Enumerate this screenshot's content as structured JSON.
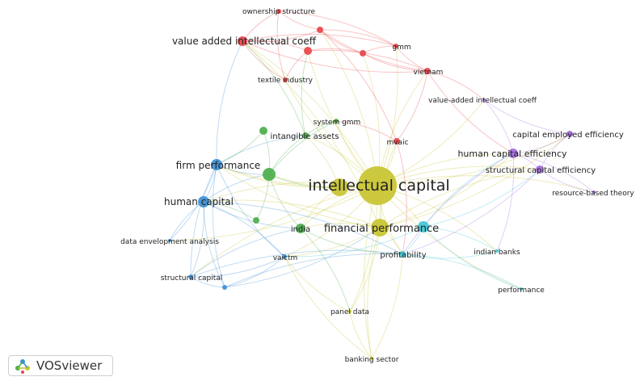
{
  "app": {
    "name": "VOSviewer"
  },
  "clusters": {
    "red": "#e8454a",
    "green": "#4cae4c",
    "blue": "#3d8fd6",
    "yellow": "#c8c430",
    "purple": "#a46be0",
    "cyan": "#3fc7d6"
  },
  "nodes": [
    {
      "id": "intellectual_capital",
      "label": "intellectual capital",
      "cluster": "yellow",
      "weight": 10
    },
    {
      "id": "financial_performance",
      "label": "financial performance",
      "cluster": "yellow",
      "weight": 5
    },
    {
      "id": "panel_data",
      "label": "panel data",
      "cluster": "yellow",
      "weight": 1
    },
    {
      "id": "banking_sector",
      "label": "banking sector",
      "cluster": "yellow",
      "weight": 1
    },
    {
      "id": "yellow_hub2",
      "label": "",
      "cluster": "yellow",
      "weight": 5
    },
    {
      "id": "firm_performance",
      "label": "firm performance",
      "cluster": "blue",
      "weight": 4
    },
    {
      "id": "human_capital",
      "label": "human capital",
      "cluster": "blue",
      "weight": 4
    },
    {
      "id": "data_envelopment_analysis",
      "label": "data envelopment analysis",
      "cluster": "blue",
      "weight": 1
    },
    {
      "id": "structural_capital",
      "label": "structural capital",
      "cluster": "blue",
      "weight": 2
    },
    {
      "id": "vaictm",
      "label": "vaictm",
      "cluster": "blue",
      "weight": 2
    },
    {
      "id": "blue_small",
      "label": "",
      "cluster": "blue",
      "weight": 1
    },
    {
      "id": "intangible_assets",
      "label": "intangible assets",
      "cluster": "green",
      "weight": 2
    },
    {
      "id": "system_gmm",
      "label": "system gmm",
      "cluster": "green",
      "weight": 1
    },
    {
      "id": "india",
      "label": "india",
      "cluster": "green",
      "weight": 3
    },
    {
      "id": "green_hub",
      "label": "",
      "cluster": "green",
      "weight": 4
    },
    {
      "id": "green_small1",
      "label": "",
      "cluster": "green",
      "weight": 2
    },
    {
      "id": "green_small2",
      "label": "",
      "cluster": "green",
      "weight": 2
    },
    {
      "id": "ownership_structure",
      "label": "ownership structure",
      "cluster": "red",
      "weight": 1
    },
    {
      "id": "value_added_intellectual_coeff",
      "label": "value added intellectual coeff",
      "cluster": "red",
      "weight": 3
    },
    {
      "id": "textile_industry",
      "label": "textile industry",
      "cluster": "red",
      "weight": 1
    },
    {
      "id": "gmm",
      "label": "gmm",
      "cluster": "red",
      "weight": 1
    },
    {
      "id": "vietnam",
      "label": "vietnam",
      "cluster": "red",
      "weight": 2
    },
    {
      "id": "mvaic",
      "label": "mvaic",
      "cluster": "red",
      "weight": 2
    },
    {
      "id": "red_small1",
      "label": "",
      "cluster": "red",
      "weight": 2
    },
    {
      "id": "red_small2",
      "label": "",
      "cluster": "red",
      "weight": 2
    },
    {
      "id": "red_small3",
      "label": "",
      "cluster": "red",
      "weight": 2
    },
    {
      "id": "human_capital_efficiency",
      "label": "human capital efficiency",
      "cluster": "purple",
      "weight": 3
    },
    {
      "id": "capital_employed_efficiency",
      "label": "capital employed efficiency",
      "cluster": "purple",
      "weight": 2
    },
    {
      "id": "structural_capital_efficiency",
      "label": "structural capital efficiency",
      "cluster": "purple",
      "weight": 2
    },
    {
      "id": "value_added_intellectual_coeff_2",
      "label": "value-added intellectual coeff",
      "cluster": "purple",
      "weight": 1
    },
    {
      "id": "resource_based_theory",
      "label": "resource-based theory",
      "cluster": "purple",
      "weight": 1
    },
    {
      "id": "profitability",
      "label": "profitability",
      "cluster": "cyan",
      "weight": 2
    },
    {
      "id": "indian_banks",
      "label": "indian banks",
      "cluster": "cyan",
      "weight": 1
    },
    {
      "id": "performance",
      "label": "performance",
      "cluster": "cyan",
      "weight": 1
    },
    {
      "id": "cyan_hub",
      "label": "",
      "cluster": "cyan",
      "weight": 3
    }
  ]
}
